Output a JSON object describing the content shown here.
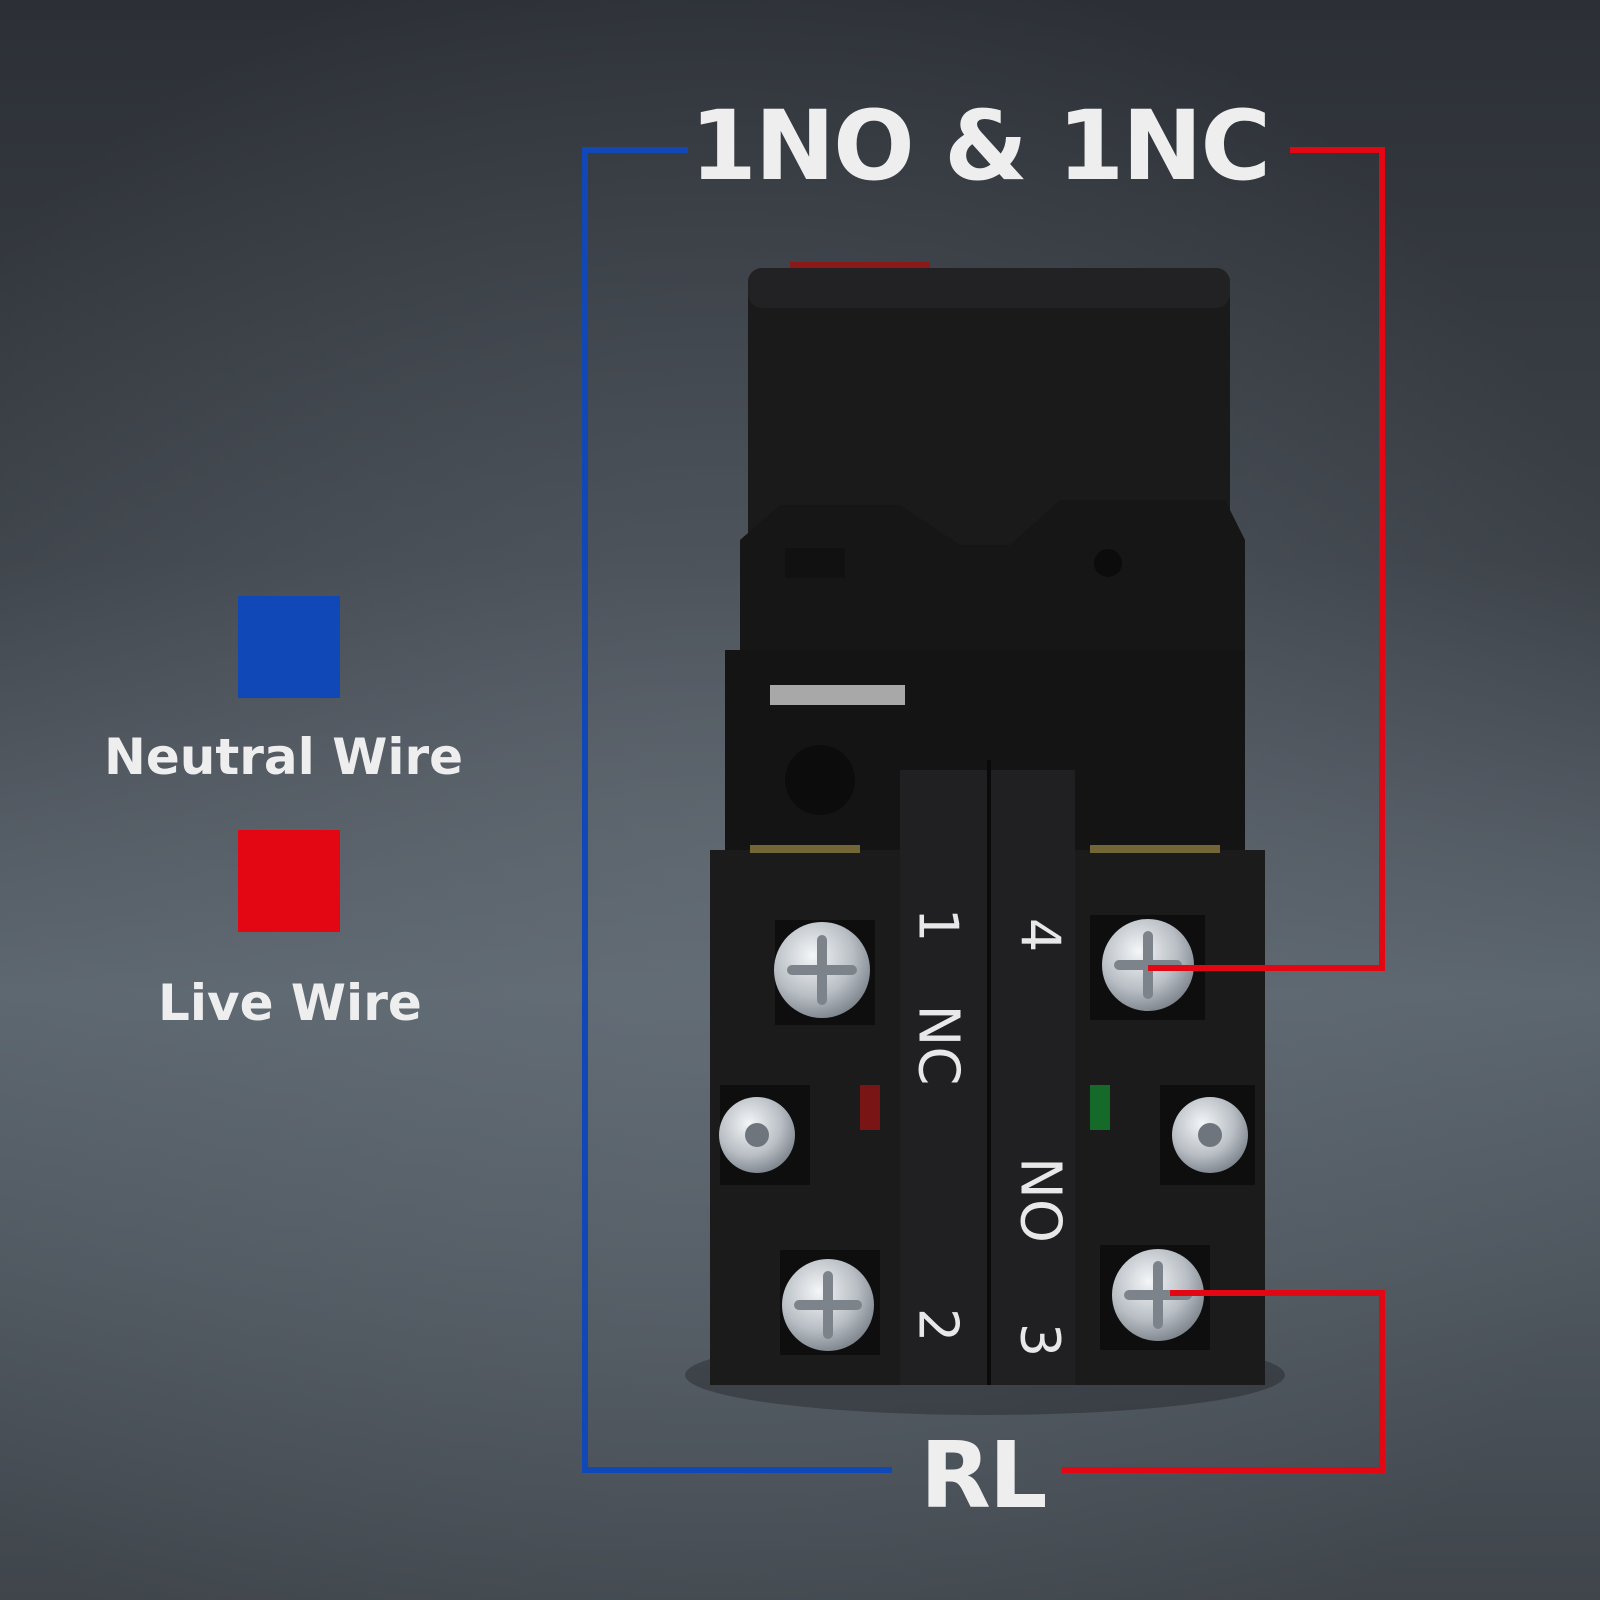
{
  "header": {
    "title": "1NO & 1NC"
  },
  "footer": {
    "label": "RL"
  },
  "legend": {
    "items": [
      {
        "label": "Neutral Wire",
        "color": "#1048b8"
      },
      {
        "label": "Live Wire",
        "color": "#e30613"
      }
    ]
  },
  "terminals": {
    "left": {
      "top_number": "1",
      "type": "NC",
      "bottom_number": "2"
    },
    "right": {
      "top_number": "4",
      "type": "NO",
      "bottom_number": "3"
    }
  },
  "colors": {
    "neutral": "#1048b8",
    "live": "#e30613",
    "text": "#eeeeee"
  }
}
